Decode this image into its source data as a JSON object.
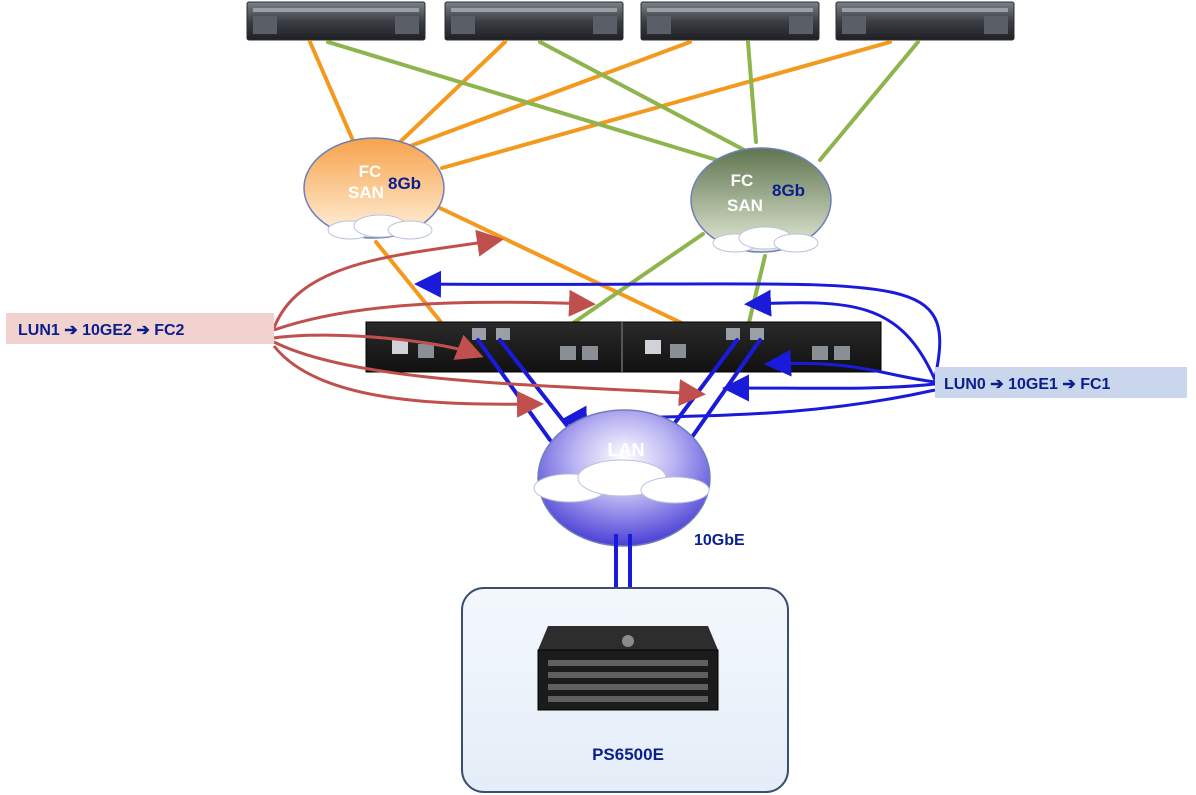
{
  "fc_san_1": {
    "line1": "FC",
    "line2": "SAN",
    "speed": "8Gb"
  },
  "fc_san_2": {
    "line1": "FC",
    "line2": "SAN",
    "speed": "8Gb"
  },
  "lan": {
    "label": "LAN",
    "speed": "10GbE"
  },
  "storage": {
    "label": "PS6500E"
  },
  "path_left": {
    "label": "LUN1 ➔ 10GE2 ➔ FC2"
  },
  "path_right": {
    "label": "LUN0 ➔ 10GE1 ➔ FC1"
  },
  "colors": {
    "orange_link": "#f39a1e",
    "green_link": "#8db44d",
    "blue_link": "#1a1adb",
    "red_arrow": "#c0504d",
    "label_text": "#0b1f8c",
    "path_left_bg": "#f2d2cf",
    "path_right_bg": "#c9d6ec"
  }
}
